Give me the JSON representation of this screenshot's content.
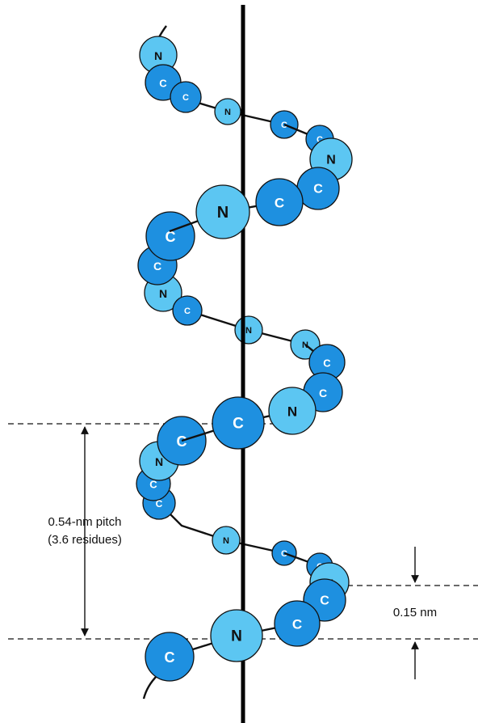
{
  "labels": {
    "pitch_line1": "0.54-nm pitch",
    "pitch_line2": "(3.6 residues)",
    "rise": "0.15 nm"
  },
  "atom_symbols": {
    "carbon": "C",
    "nitrogen": "N"
  },
  "colors": {
    "carbon": "#1e90e0",
    "nitrogen": "#5cc6f2",
    "outline": "#111111",
    "axis": "#000000"
  }
}
